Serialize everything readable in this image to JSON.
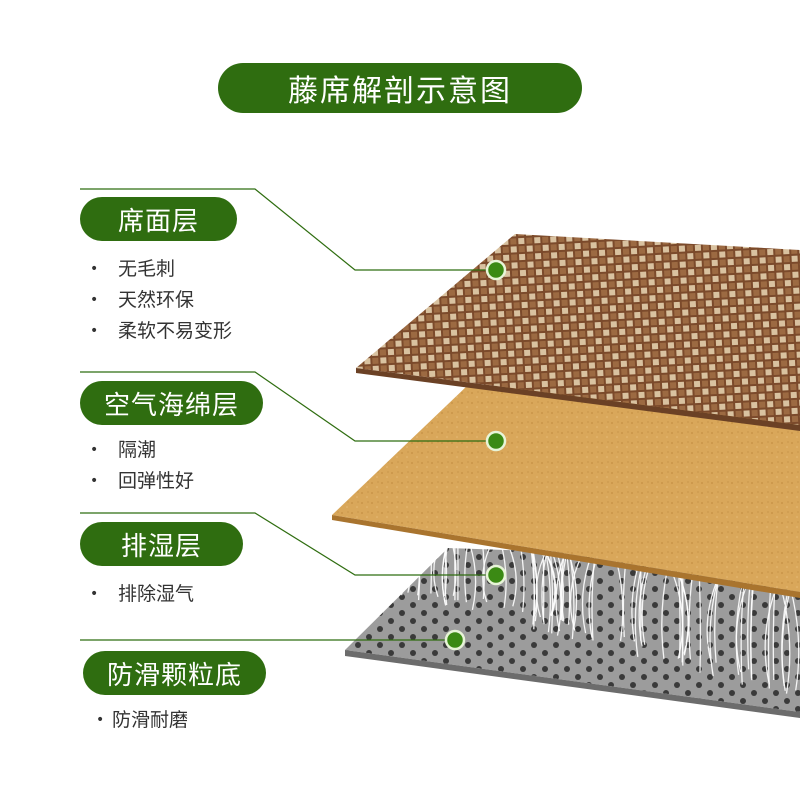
{
  "title": "藤席解剖示意图",
  "colors": {
    "accent_green": "#2f6d10",
    "rattan": "#8a5a3a",
    "foam": "#d8a657",
    "base": "#8a8a8a"
  },
  "layers": [
    {
      "name": "席面层",
      "bullets": [
        "无毛刺",
        "天然环保",
        "柔软不易变形"
      ]
    },
    {
      "name": "空气海绵层",
      "bullets": [
        "隔潮",
        "回弹性好"
      ]
    },
    {
      "name": "排湿层",
      "bullets": [
        "排除湿气"
      ]
    },
    {
      "name": "防滑颗粒底",
      "bullets": [
        "防滑耐磨"
      ]
    }
  ],
  "bullet_symbol": "•"
}
